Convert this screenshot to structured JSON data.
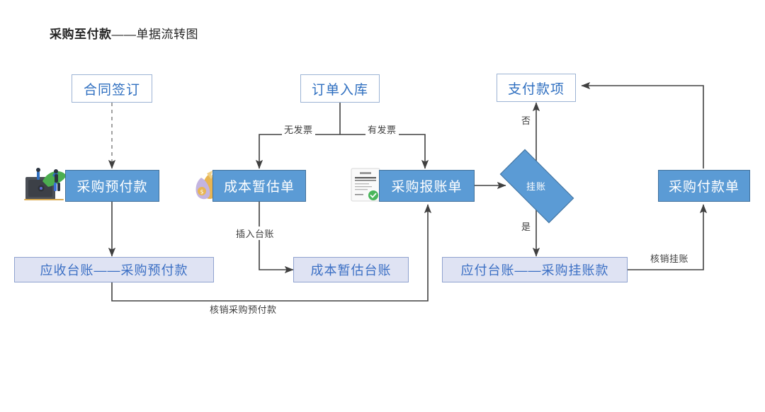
{
  "title": {
    "bold": "采购至付款",
    "rest": "——单据流转图"
  },
  "colors": {
    "outline_border": "#9cb3d4",
    "outline_text": "#2f6fc0",
    "solid_fill": "#5b9bd5",
    "solid_border": "#41719c",
    "pale_fill": "#dfe3f3",
    "pale_border": "#8fa2cf",
    "pale_text": "#3b6fc4",
    "line": "#404040",
    "background": "#ffffff"
  },
  "nodes": {
    "contract": {
      "label": "合同签订",
      "type": "outline"
    },
    "order_in": {
      "label": "订单入库",
      "type": "outline"
    },
    "pay_item": {
      "label": "支付款项",
      "type": "outline"
    },
    "prepay": {
      "label": "采购预付款",
      "type": "solid"
    },
    "cost_est": {
      "label": "成本暂估单",
      "type": "solid"
    },
    "reimburse": {
      "label": "采购报账单",
      "type": "solid"
    },
    "hold_account": {
      "label": "挂账",
      "type": "diamond"
    },
    "payment_doc": {
      "label": "采购付款单",
      "type": "solid"
    },
    "ar_ledger": {
      "label": "应收台账——采购预付款",
      "type": "pale"
    },
    "cost_ledger": {
      "label": "成本暂估台账",
      "type": "pale"
    },
    "ap_ledger": {
      "label": "应付台账——采购挂账款",
      "type": "pale"
    }
  },
  "edge_labels": {
    "no_invoice": "无发票",
    "has_invoice": "有发票",
    "insert_ledger": "插入台账",
    "no": "否",
    "yes": "是",
    "writeoff_hold": "核销挂账",
    "writeoff_prepay": "核销采购预付款"
  },
  "icons": {
    "safe": "safe-illustration-icon",
    "money_bag": "money-bag-icon",
    "invoice_doc": "invoice-document-icon"
  }
}
